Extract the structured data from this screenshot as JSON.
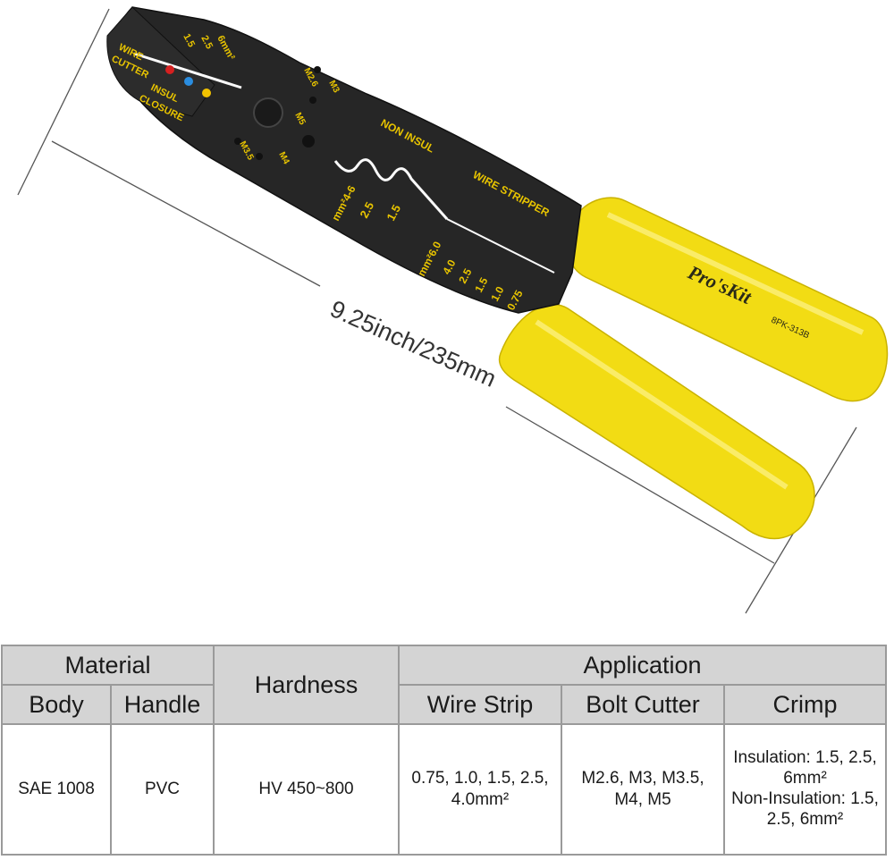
{
  "product": {
    "brand": "Pro'sKit",
    "model": "8PK-313B",
    "dimension": "9.25inch/235mm",
    "tool_markings": {
      "cutter_labels": [
        "WIRE",
        "CUTTER",
        "INSUL",
        "CLOSURE"
      ],
      "crimp_sizes": [
        "1.5",
        "2.5",
        "6mm²"
      ],
      "bolt_labels": [
        "M2.6",
        "M3",
        "M5",
        "M4",
        "M3.5"
      ],
      "non_insul": "NON INSUL",
      "wire_stripper": "WIRE STRIPPER",
      "non_insul_sizes": [
        "mm²4-6",
        "2.5",
        "1.5"
      ],
      "strip_sizes": [
        "mm²6.0",
        "4.0",
        "2.5",
        "1.5",
        "1.0",
        "0.75"
      ],
      "dot_colors": [
        "#d62020",
        "#2a8de0",
        "#f2c200"
      ]
    },
    "colors": {
      "jaw": "#262626",
      "handle": "#f2dc14",
      "logo": "#2a2a18"
    }
  },
  "table": {
    "headers": {
      "material": "Material",
      "body": "Body",
      "handle": "Handle",
      "hardness": "Hardness",
      "application": "Application",
      "wire_strip": "Wire Strip",
      "bolt_cutter": "Bolt Cutter",
      "crimp": "Crimp"
    },
    "values": {
      "body": "SAE 1008",
      "handle": "PVC",
      "hardness": "HV 450~800",
      "wire_strip": "0.75, 1.0, 1.5, 2.5, 4.0mm²",
      "bolt_cutter": "M2.6, M3, M3.5, M4, M5",
      "crimp_insulation": "Insulation: 1.5, 2.5, 6mm²",
      "crimp_non_insulation": "Non-Insulation: 1.5, 2.5, 6mm²"
    },
    "header_bg": "#d4d4d4",
    "border_color": "#9a9a9a"
  }
}
